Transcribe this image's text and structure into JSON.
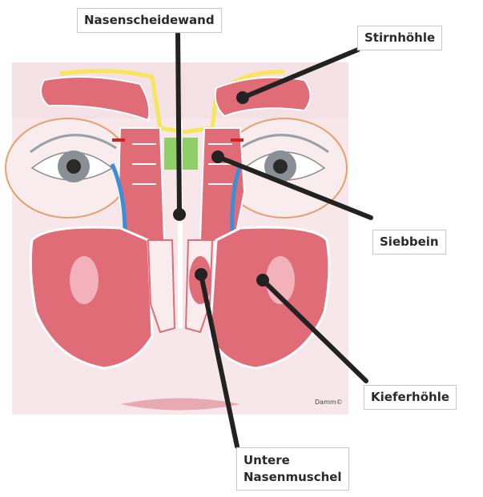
{
  "labels": {
    "septum": "Nasenscheidewand",
    "frontal_sinus": "Stirnhöhle",
    "ethmoid": "Siebbein",
    "maxillary_sinus": "Kieferhöhle",
    "inferior_turbinate_line1": "Untere",
    "inferior_turbinate_line2": "Nasenmuschel"
  },
  "credit": "Damm©",
  "colors": {
    "sinus_fill": "#e06c78",
    "skin": "#f7e7ea",
    "brow": "#f5e65a",
    "septum_green": "#8fcf6a",
    "mucosa_blue": "#3a8fd8",
    "pointer": "#222222"
  }
}
